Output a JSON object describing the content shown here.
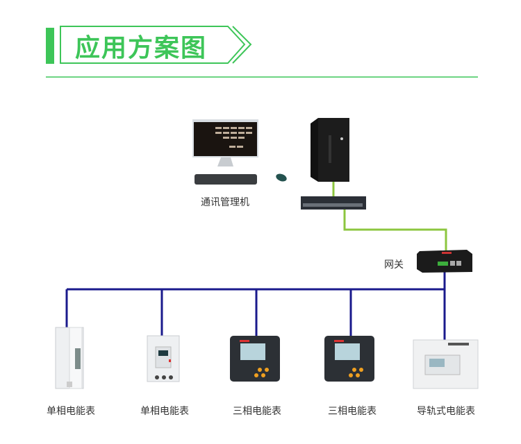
{
  "header": {
    "title": "应用方案图",
    "accent": "#3dc558"
  },
  "nodes": {
    "workstation": "通讯管理机",
    "gateway": "网关"
  },
  "devices": [
    {
      "label": "单相电能表"
    },
    {
      "label": "单相电能表"
    },
    {
      "label": "三相电能表"
    },
    {
      "label": "三相电能表"
    },
    {
      "label": "导轨式电能表"
    }
  ],
  "colors": {
    "ethernet": "#8cc63f",
    "bus": "#1a1a8c"
  }
}
